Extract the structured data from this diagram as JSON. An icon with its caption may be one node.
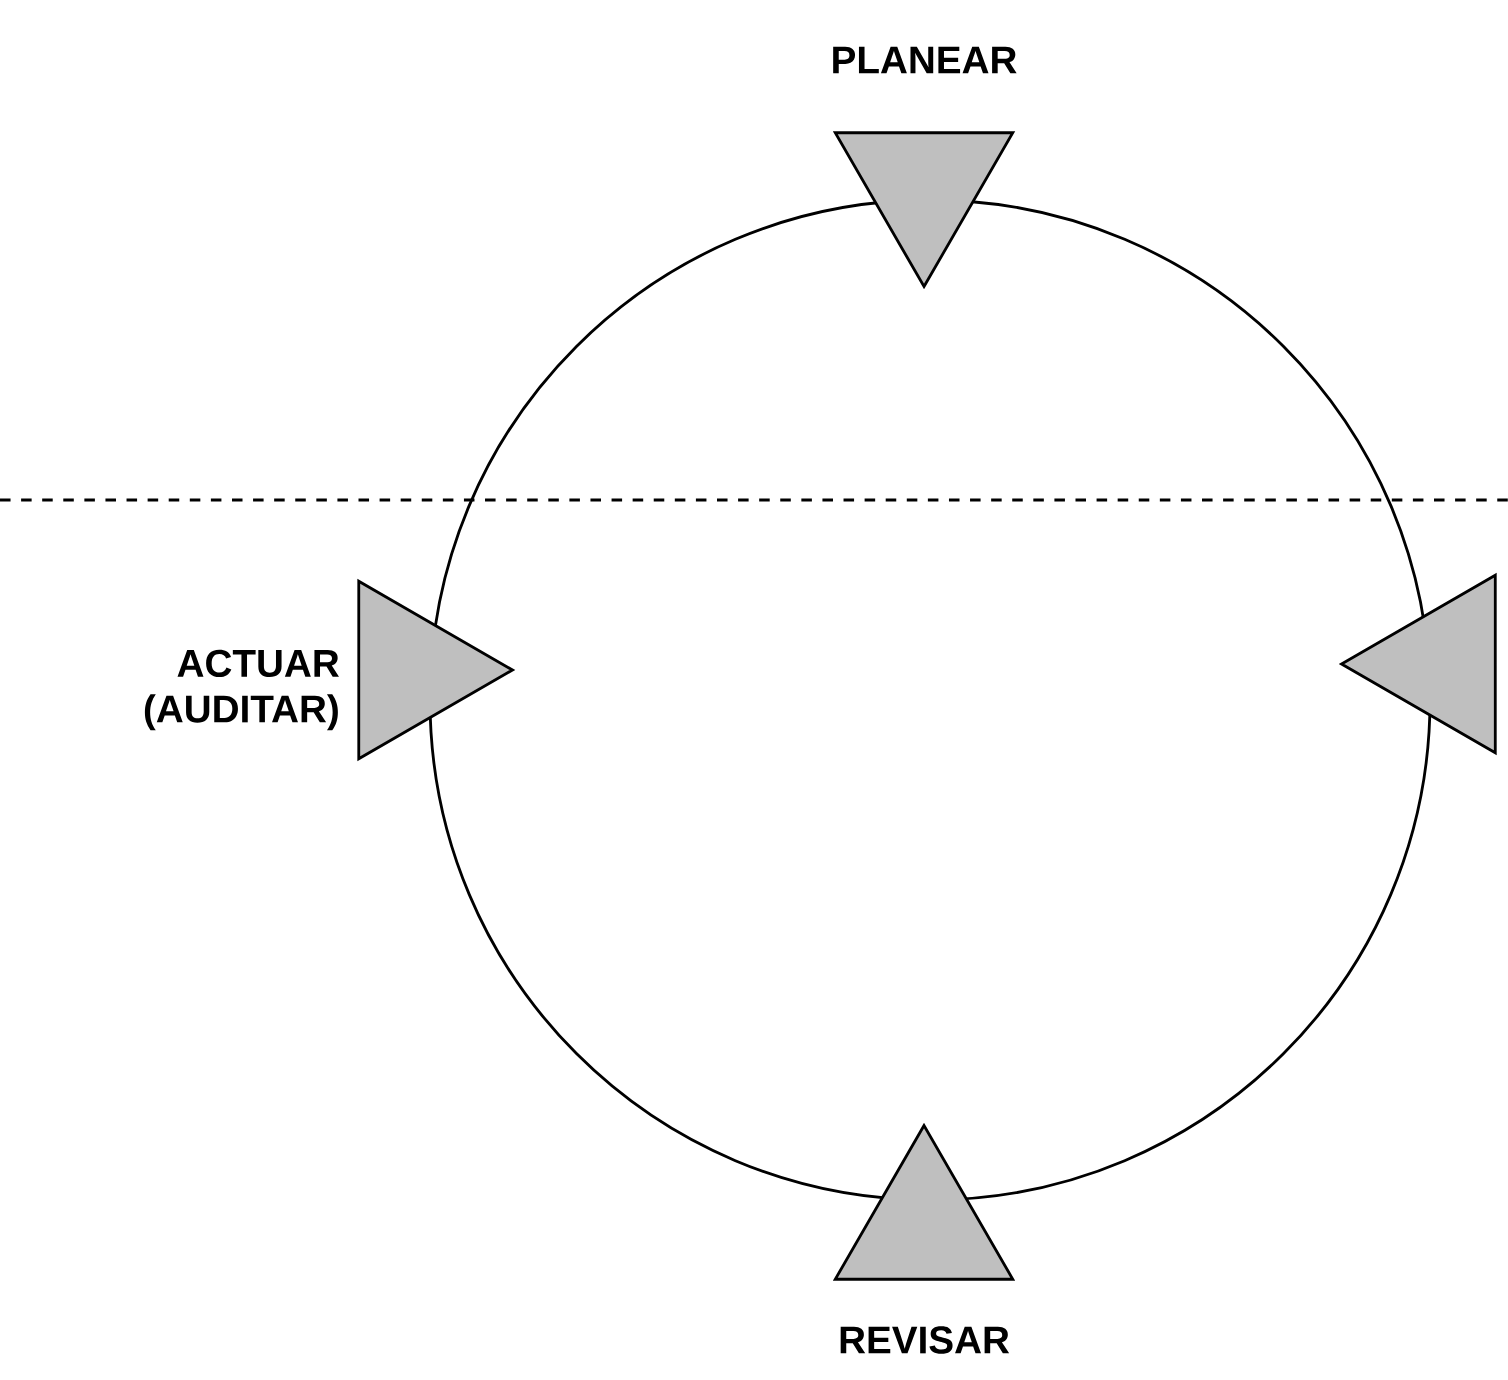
{
  "diagram": {
    "nodes": [
      {
        "text": [],
        "shape": "circle"
      },
      {
        "text": [],
        "shape": "triangle",
        "beside": [
          "PLANEAR"
        ]
      },
      {
        "text": [],
        "shape": "triangle",
        "beside": [
          "ACTUAR (AUDITAR)"
        ]
      },
      {
        "text": [],
        "shape": "triangle"
      },
      {
        "text": [],
        "shape": "triangle",
        "beside": [
          "REVISAR"
        ]
      }
    ]
  }
}
